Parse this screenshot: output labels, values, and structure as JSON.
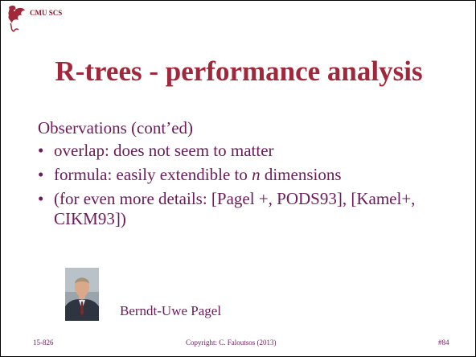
{
  "header": {
    "org": "CMU SCS",
    "logo_icon": "dragon-logo-icon"
  },
  "title": "R-trees - performance analysis",
  "subhead": "Observations (cont’ed)",
  "bullets": [
    {
      "pre": "overlap: does not seem to matter",
      "em": "",
      "post": ""
    },
    {
      "pre": "formula: easily extendible to ",
      "em": "n",
      "post": " dimensions"
    },
    {
      "pre": "(for even more details: [Pagel +, PODS93], [Kamel+, CIKM93])",
      "em": "",
      "post": ""
    }
  ],
  "person": {
    "name": "Berndt-Uwe Pagel",
    "photo_icon": "portrait-photo-icon"
  },
  "footer": {
    "left": "15-826",
    "center": "Copyright: C. Faloutsos (2013)",
    "right": "#84"
  },
  "colors": {
    "title": "#a0283a",
    "text": "#6b1a5b"
  }
}
